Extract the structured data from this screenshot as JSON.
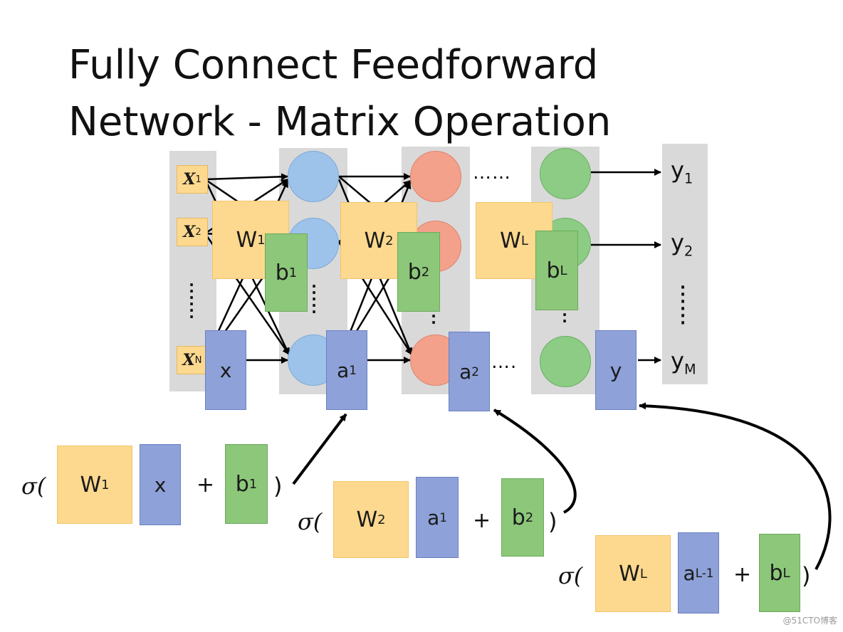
{
  "title": {
    "line1": "Fully Connect Feedforward",
    "line2": "Network - Matrix Operation"
  },
  "inputs": [
    {
      "base": "X",
      "sub": "1"
    },
    {
      "base": "X",
      "sub": "2"
    },
    {
      "base": "X",
      "sub": "N"
    }
  ],
  "outputs": [
    {
      "base": "y",
      "sub": "1"
    },
    {
      "base": "y",
      "sub": "2"
    },
    {
      "base": "y",
      "sub": "M"
    }
  ],
  "network": {
    "W1": {
      "base": "W",
      "sup": "1"
    },
    "b1": {
      "base": "b",
      "sup": "1"
    },
    "W2": {
      "base": "W",
      "sup": "2"
    },
    "b2": {
      "base": "b",
      "sup": "2"
    },
    "WL": {
      "base": "W",
      "sup": "L"
    },
    "bL": {
      "base": "b",
      "sup": "L"
    },
    "x": "x",
    "a1": {
      "base": "a",
      "sup": "1"
    },
    "a2": {
      "base": "a",
      "sup": "2"
    },
    "y": "y",
    "dots_top": "……",
    "dots_bottom": "…."
  },
  "equations": [
    {
      "sigma": "σ(",
      "W": {
        "base": "W",
        "sup": "1"
      },
      "v": {
        "base": "x",
        "sup": ""
      },
      "plus": "+",
      "b": {
        "base": "b",
        "sup": "1"
      },
      "close": ")"
    },
    {
      "sigma": "σ(",
      "W": {
        "base": "W",
        "sup": "2"
      },
      "v": {
        "base": "a",
        "sup": "1"
      },
      "plus": "+",
      "b": {
        "base": "b",
        "sup": "2"
      },
      "close": ")"
    },
    {
      "sigma": "σ(",
      "W": {
        "base": "W",
        "sup": "L"
      },
      "v": {
        "base": "a",
        "sup": "L-1"
      },
      "plus": "+",
      "b": {
        "base": "b",
        "sup": "L"
      },
      "close": ")"
    }
  ],
  "watermark": "@51CTO博客",
  "colors": {
    "weight_box": "#fdd98f",
    "bias_box": "#8cc77a",
    "vector_box": "#8ea1d8",
    "layer1_node": "#9dc3ea",
    "layer2_node": "#f3a18a",
    "layerL_node": "#8ccc84",
    "column_bg": "#d9d9d9"
  }
}
